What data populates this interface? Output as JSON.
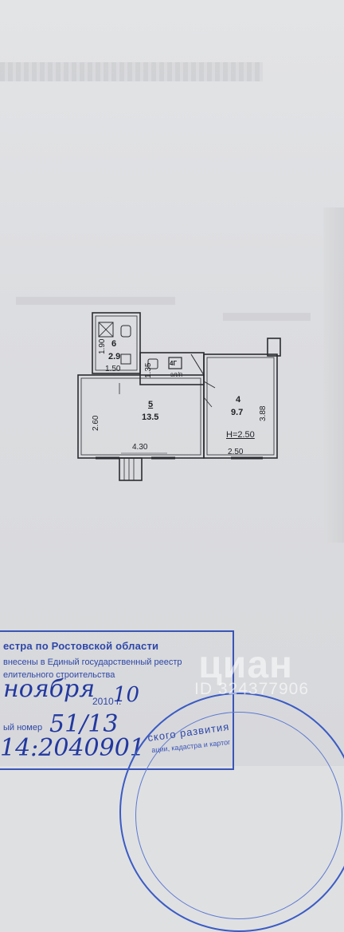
{
  "plan": {
    "room6": {
      "number": "6",
      "area": "2.9"
    },
    "room5": {
      "number": "5",
      "area": "13.5"
    },
    "room4": {
      "number": "4",
      "area": "9.7"
    },
    "dims": {
      "d190": "1.90",
      "d150": "1.50",
      "d135": "1.35",
      "d260": "2.60",
      "d430": "4.30",
      "d388": "3.88",
      "d250": "2.50"
    },
    "height_label": "H=2.50",
    "appliance_code": "4Г",
    "el_label": "эл/п"
  },
  "stamp": {
    "line1": "естра по Ростовской области",
    "line2": "внесены в Единый государственный реестр",
    "line3": "елительного строительства",
    "line4": "2010 г.",
    "line5": "ый номер",
    "hand_month": "ноября",
    "hand_day": "10",
    "hand_number": "51/13",
    "hand_code": "14:2040901"
  },
  "seal": {
    "text": "ского развития",
    "subtext": "ации, кадастра и картог"
  },
  "watermark": {
    "brand": "циан",
    "id": "ID 324377906"
  }
}
